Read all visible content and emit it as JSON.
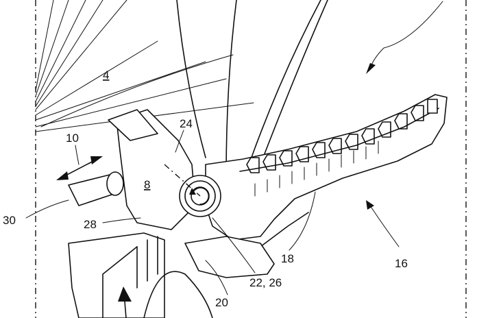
{
  "figure": {
    "labels": {
      "ref_4": "4",
      "ref_8": "8",
      "ref_10": "10",
      "ref_16": "16",
      "ref_18": "18",
      "ref_20": "20",
      "ref_22_26": "22, 26",
      "ref_24": "24",
      "ref_28": "28",
      "ref_30": "30"
    }
  }
}
